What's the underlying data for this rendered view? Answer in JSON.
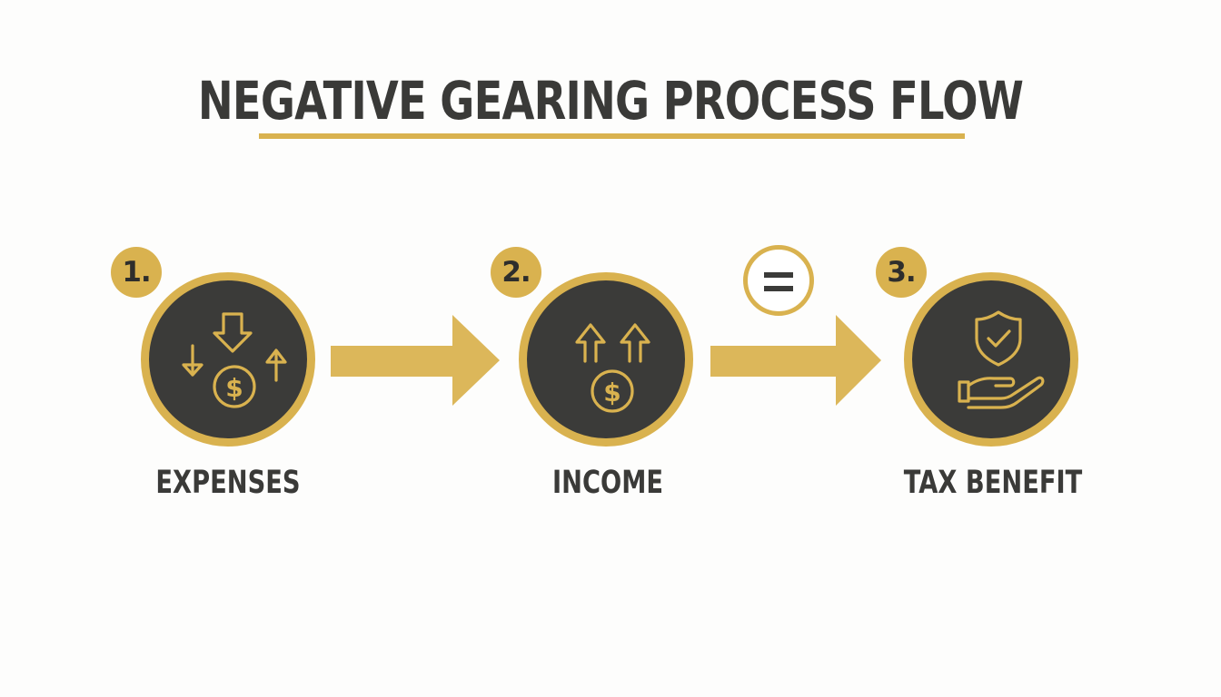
{
  "title": "NEGATIVE GEARING PROCESS FLOW",
  "colors": {
    "accent": "#d9b24f",
    "dark": "#3b3b39",
    "background": "#fdfdfc"
  },
  "steps": [
    {
      "number": "1.",
      "label": "EXPENSES",
      "icon": "expenses-down-arrows-dollar-icon"
    },
    {
      "number": "2.",
      "label": "INCOME",
      "icon": "income-up-arrows-dollar-icon"
    },
    {
      "number": "3.",
      "label": "TAX BENEFIT",
      "icon": "shield-check-hand-icon"
    }
  ],
  "operator": {
    "icon": "equals-icon"
  },
  "connectors": [
    "arrow-right-icon",
    "arrow-right-icon"
  ]
}
